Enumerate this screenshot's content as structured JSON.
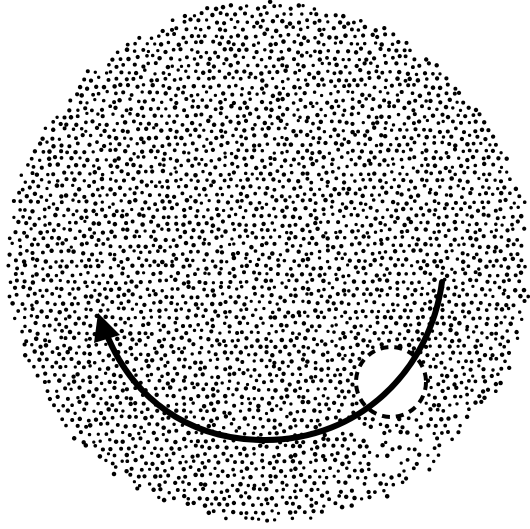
{
  "figure": {
    "background": "#ffffff",
    "ink": "#000000",
    "dot_field": {
      "shape": "disc",
      "texture": "stippled"
    },
    "arrow": {
      "shape": "semicircular-arc",
      "direction": "clockwise",
      "head_end": "left"
    },
    "gap": {
      "shape": "circle",
      "stroke": "dashed",
      "fill": "#ffffff"
    }
  }
}
